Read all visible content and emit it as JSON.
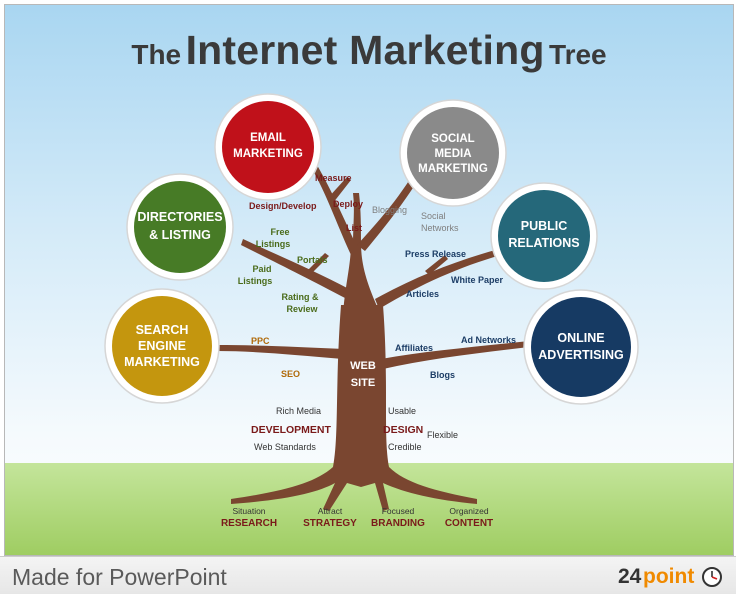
{
  "title": {
    "part1": "The",
    "part2": "Internet Marketing",
    "part3": "Tree"
  },
  "trunk_label": {
    "line1": "WEB",
    "line2": "SITE"
  },
  "circles": [
    {
      "id": "email",
      "line1": "EMAIL",
      "line2": "MARKETING",
      "line3": "",
      "color": "#c0111a"
    },
    {
      "id": "social",
      "line1": "SOCIAL",
      "line2": "MEDIA",
      "line3": "MARKETING",
      "color": "#8a8a8a"
    },
    {
      "id": "directories",
      "line1": "DIRECTORIES",
      "line2": "& LISTING",
      "line3": "",
      "color": "#477b26"
    },
    {
      "id": "public",
      "line1": "PUBLIC",
      "line2": "RELATIONS",
      "line3": "",
      "color": "#25687a"
    },
    {
      "id": "search",
      "line1": "SEARCH",
      "line2": "ENGINE",
      "line3": "MARKETING",
      "color": "#c4960e"
    },
    {
      "id": "online",
      "line1": "ONLINE",
      "line2": "ADVERTISING",
      "line3": "",
      "color": "#163a63"
    }
  ],
  "branch_labels": {
    "email": [
      "Measure",
      "Design/Develop",
      "Deploy",
      "List"
    ],
    "social": [
      "Blogging",
      "Social",
      "Networks"
    ],
    "directories": [
      "Free",
      "Listings",
      "Portals",
      "Paid",
      "Listings",
      "Rating &",
      "Review"
    ],
    "public": [
      "Press Release",
      "White Paper",
      "Articles"
    ],
    "search": [
      "PPC",
      "SEO"
    ],
    "online": [
      "Ad Networks",
      "Affiliates",
      "Blogs"
    ]
  },
  "development": {
    "heading": "DEVELOPMENT",
    "above": "Rich Media",
    "below": "Web Standards"
  },
  "design": {
    "heading": "DESIGN",
    "above": "Usable",
    "side": "Flexible",
    "below": "Credible"
  },
  "roots": [
    {
      "small": "Situation",
      "big": "RESEARCH"
    },
    {
      "small": "Attract",
      "big": "STRATEGY"
    },
    {
      "small": "Focused",
      "big": "BRANDING"
    },
    {
      "small": "Organized",
      "big": "CONTENT"
    }
  ],
  "footer": {
    "text": "Made for PowerPoint",
    "logo_num": "24",
    "logo_word": "point"
  },
  "colors": {
    "trunk": "#7a4630",
    "label_red": "#7a1a1a",
    "label_green": "#4a6b1a",
    "label_blue": "#1c3d66",
    "label_gray": "#7f7f7f",
    "label_dark": "#333333",
    "logo_orange": "#f08a00"
  },
  "icons": [
    "clock-icon"
  ]
}
